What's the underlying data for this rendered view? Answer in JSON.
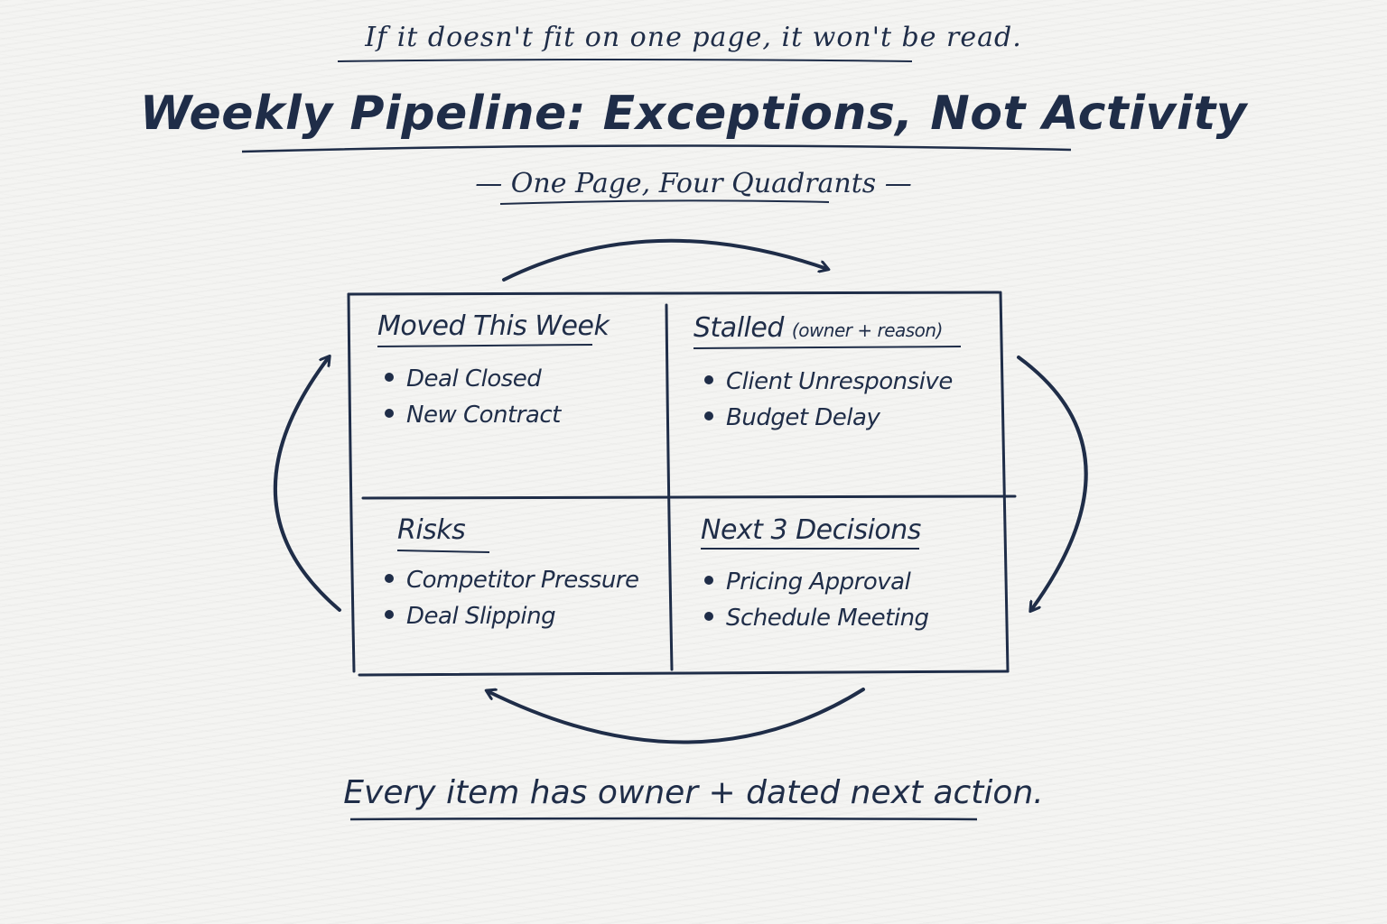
{
  "tagline": "If it doesn't fit on one page, it won't be read.",
  "title": "Weekly Pipeline: Exceptions, Not Activity",
  "subtitle": "— One Page, Four Quadrants —",
  "quadrants": [
    {
      "heading": "Moved This Week",
      "heading_note": "",
      "items": [
        "Deal Closed",
        "New Contract"
      ]
    },
    {
      "heading": "Stalled",
      "heading_note": "(owner + reason)",
      "items": [
        "Client Unresponsive",
        "Budget Delay"
      ]
    },
    {
      "heading": "Risks",
      "heading_note": "",
      "items": [
        "Competitor Pressure",
        "Deal Slipping"
      ]
    },
    {
      "heading": "Next 3 Decisions",
      "heading_note": "",
      "items": [
        "Pricing Approval",
        "Schedule Meeting"
      ]
    }
  ],
  "footer": "Every item has owner + dated next action.",
  "ink_color": "#1f2d48"
}
